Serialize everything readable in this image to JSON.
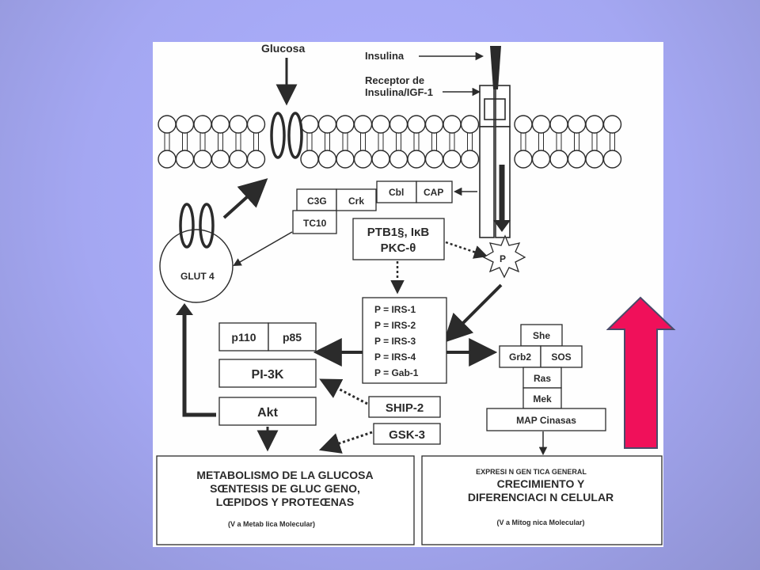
{
  "diagram": {
    "labels": {
      "glucosa": "Glucosa",
      "insulina": "Insulina",
      "receptor_line1": "Receptor de",
      "receptor_line2": "Insulina/IGF-1",
      "glut4": "GLUT 4",
      "c3g": "C3G",
      "crk": "Crk",
      "tc10": "TC10",
      "cbl": "Cbl",
      "cap": "CAP",
      "ptb_line1": "PTB1§, IκB",
      "ptb_line2": "PKC-θ",
      "p": "P",
      "irs": [
        "P = IRS-1",
        "P = IRS-2",
        "P = IRS-3",
        "P = IRS-4",
        "P = Gab-1"
      ],
      "p110": "p110",
      "p85": "p85",
      "pi3k": "PI-3K",
      "akt": "Akt",
      "ship2": "SHIP-2",
      "gsk3": "GSK-3",
      "she": "She",
      "grb2": "Grb2",
      "sos": "SOS",
      "ras": "Ras",
      "mek": "Mek",
      "map": "MAP Cinasas",
      "metab": {
        "line1": "METABOLISMO DE LA GLUCOSA",
        "line2": "SŒNTESIS DE GLUC GENO,",
        "line3": "LŒPIDOS Y PROTEŒNAS",
        "footer": "(V a Metab lica Molecular)"
      },
      "crec": {
        "header": "EXPRESI N GEN TICA GENERAL",
        "line1": "CRECIMIENTO Y",
        "line2": "DIFERENCIACI N CELULAR",
        "footer": "(V a Mitog nica Molecular)"
      }
    },
    "colors": {
      "stroke": "#2b2b2b",
      "panel": "#fefefe",
      "up_arrow_fill": "#f0105a",
      "up_arrow_stroke": "#4a4a6a"
    }
  }
}
